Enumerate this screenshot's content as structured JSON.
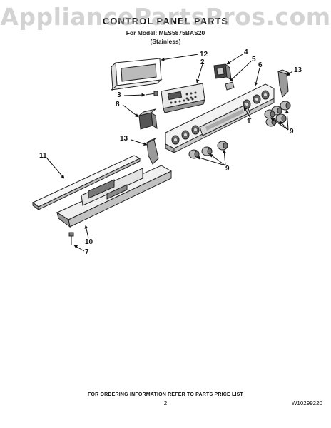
{
  "watermark": "AppliancePartsPros.com",
  "header": {
    "title": "CONTROL PANEL PARTS",
    "model_line": "For Model: MES5875BAS20",
    "variant": "(Stainless)"
  },
  "callouts": [
    "12",
    "2",
    "4",
    "5",
    "6",
    "13",
    "3",
    "8",
    "1",
    "9",
    "13",
    "11",
    "9",
    "10",
    "7"
  ],
  "footer": {
    "note": "FOR ORDERING INFORMATION REFER TO PARTS PRICE LIST",
    "page": "2",
    "doc_number": "W10299220"
  }
}
